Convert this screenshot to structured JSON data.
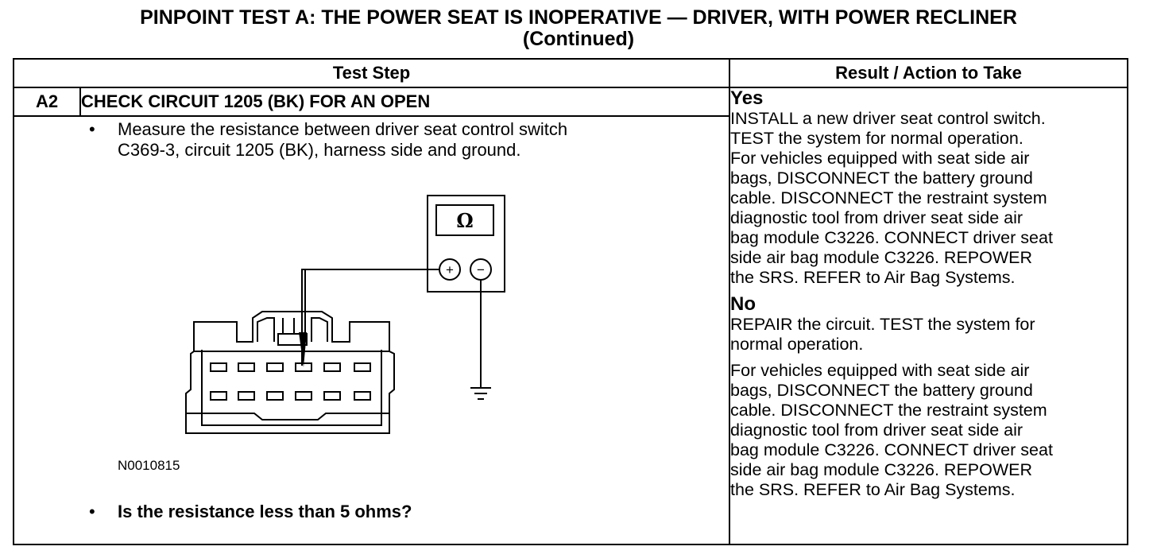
{
  "title": {
    "line1": "PINPOINT TEST  A: THE POWER SEAT IS INOPERATIVE — DRIVER, WITH POWER RECLINER",
    "line2": "(Continued)"
  },
  "table": {
    "headers": {
      "test_step": "Test Step",
      "result_action": "Result / Action to Take"
    },
    "step": {
      "id": "A2",
      "title": "CHECK CIRCUIT 1205 (BK) FOR AN OPEN",
      "bullet_symbol": "•",
      "instruction_line1": "Measure the resistance between driver seat control switch",
      "instruction_line2": "C369-3, circuit 1205 (BK), harness side and ground.",
      "figure_id": "N0010815",
      "question": "Is the resistance less than 5 ohms?",
      "meter_symbol": "Ω",
      "plus_symbol": "+",
      "minus_symbol": "−"
    },
    "result": {
      "yes_label": "Yes",
      "yes_lines": [
        "INSTALL a new driver seat control switch.",
        "TEST the system for normal operation.",
        "For vehicles equipped with seat side air",
        "bags, DISCONNECT the battery ground",
        "cable. DISCONNECT the restraint system",
        "diagnostic tool from driver seat side air",
        "bag module C3226. CONNECT driver seat",
        "side air bag module C3226. REPOWER",
        "the SRS.  REFER to Air Bag Systems."
      ],
      "no_label": "No",
      "no_lines": [
        "REPAIR the circuit. TEST the system for",
        "normal operation."
      ],
      "no_lines_2": [
        "For vehicles equipped with seat side air",
        "bags, DISCONNECT the battery ground",
        "cable. DISCONNECT the restraint system",
        "diagnostic tool from driver seat side air",
        "bag module C3226. CONNECT driver seat",
        "side air bag module C3226. REPOWER",
        "the SRS.  REFER to Air Bag Systems."
      ]
    }
  }
}
